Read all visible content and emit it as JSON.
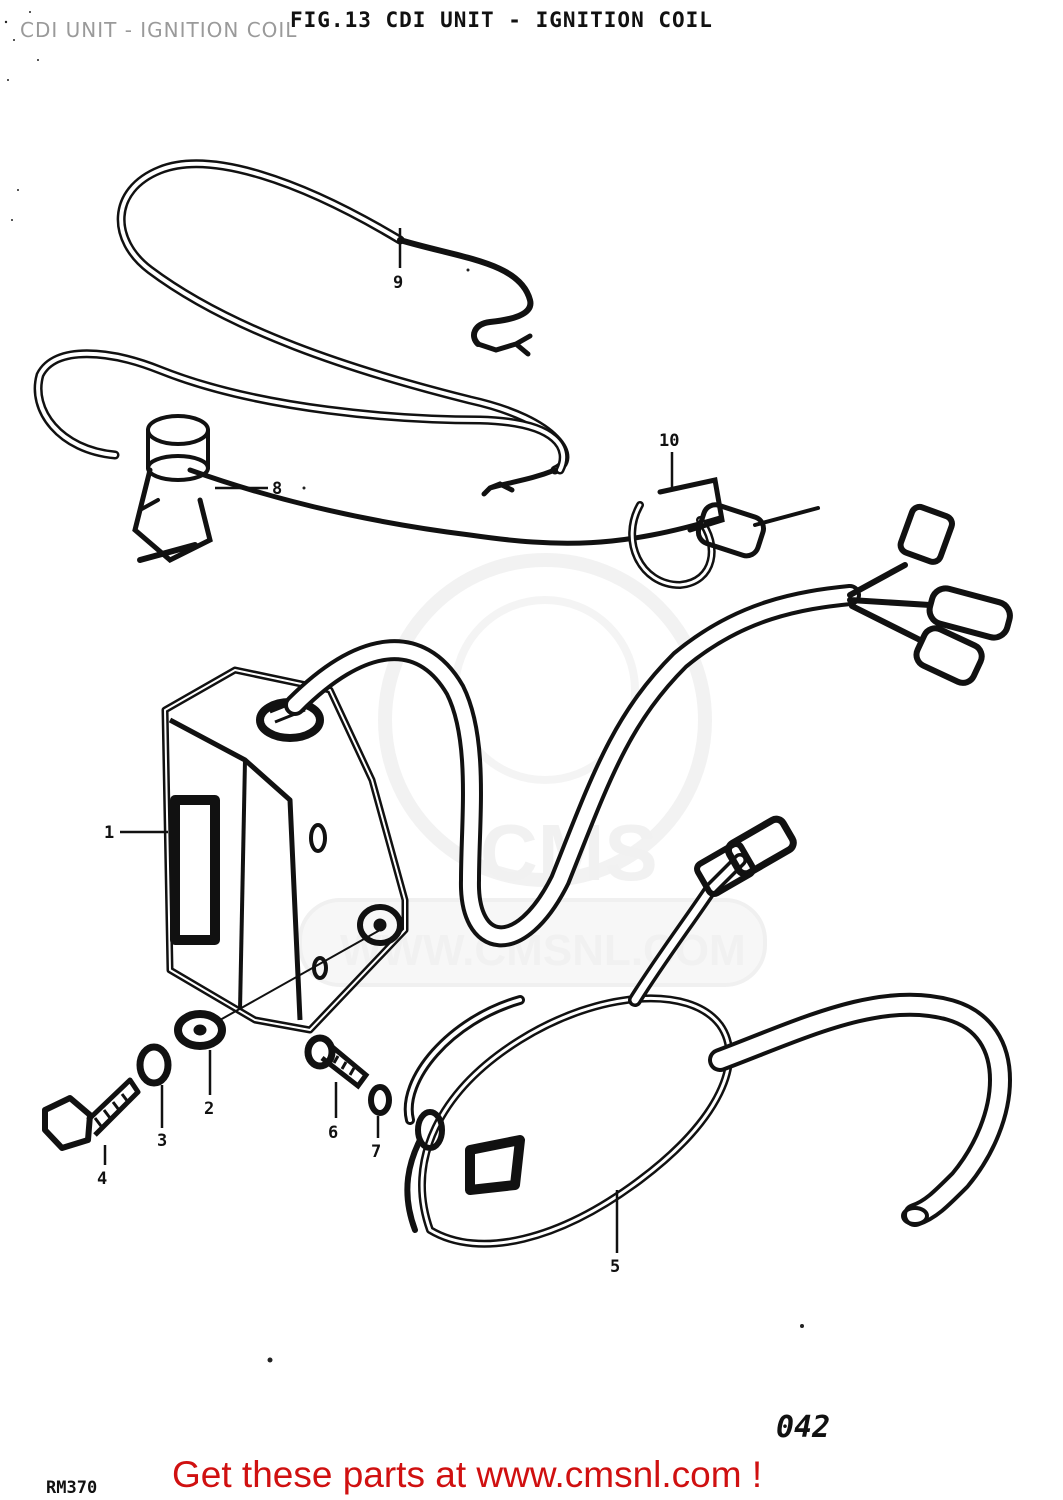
{
  "overlay_title": "CDI UNIT - IGNITION COIL",
  "figure_title": "FIG.13 CDI UNIT - IGNITION COIL",
  "watermark": {
    "logo_text": "CMS",
    "url_text": "WWW.CMSNL.COM"
  },
  "callouts": [
    {
      "id": "1",
      "part": "cdi-unit"
    },
    {
      "id": "2",
      "part": "washer"
    },
    {
      "id": "3",
      "part": "lock-washer"
    },
    {
      "id": "4",
      "part": "bolt"
    },
    {
      "id": "5",
      "part": "ignition-coil"
    },
    {
      "id": "6",
      "part": "screw"
    },
    {
      "id": "7",
      "part": "lock-washer-small"
    },
    {
      "id": "8",
      "part": "kill-switch"
    },
    {
      "id": "9",
      "part": "ground-wire"
    },
    {
      "id": "10",
      "part": "wire-clamp"
    }
  ],
  "page_code": "042",
  "corner_code": "RM370",
  "footer_text": "Get these parts at www.cmsnl.com !"
}
